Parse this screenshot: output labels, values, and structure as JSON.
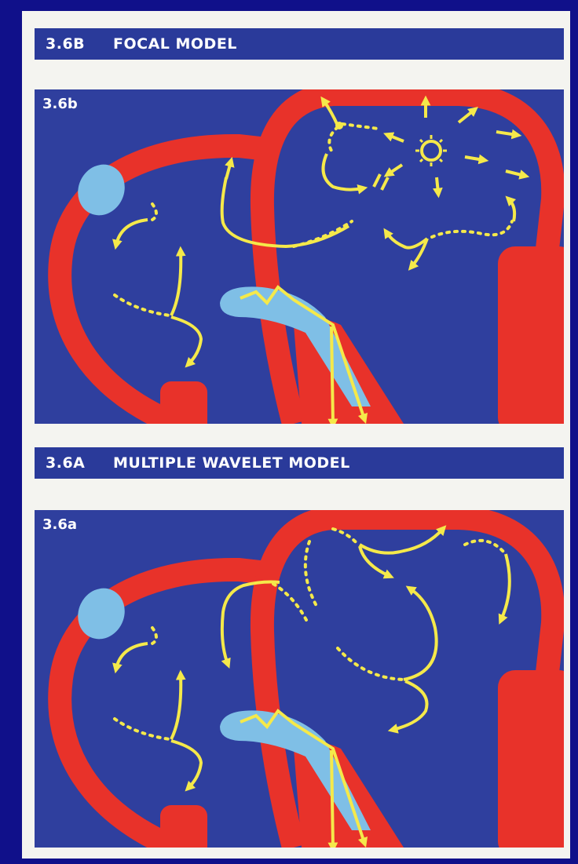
{
  "sections": [
    {
      "code": "3.6B",
      "title": "FOCAL MODEL",
      "panel_label": "3.6b"
    },
    {
      "code": "3.6A",
      "title": "MULTIPLE WAVELET MODEL",
      "panel_label": "3.6a"
    }
  ],
  "colors": {
    "background": "#2f3f9e",
    "heart_wall": "#e8322a",
    "node": "#7fbfe6",
    "wavefront": "#f5e94a",
    "title_band": "#2a3a9a"
  },
  "icons": [
    "sun-focus-icon",
    "conduction-block-icon",
    "arrow-icon"
  ]
}
